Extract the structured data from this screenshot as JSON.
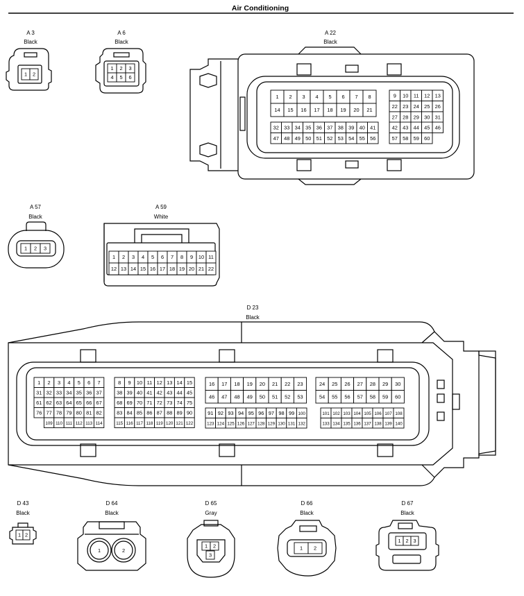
{
  "title": "Air Conditioning",
  "connectors": {
    "a3": {
      "id": "A 3",
      "color": "Black"
    },
    "a6": {
      "id": "A 6",
      "color": "Black"
    },
    "a22": {
      "id": "A 22",
      "color": "Black"
    },
    "a57": {
      "id": "A 57",
      "color": "Black"
    },
    "a59": {
      "id": "A 59",
      "color": "White"
    },
    "d23": {
      "id": "D 23",
      "color": "Black"
    },
    "d43": {
      "id": "D 43",
      "color": "Black"
    },
    "d64": {
      "id": "D 64",
      "color": "Black"
    },
    "d65": {
      "id": "D 65",
      "color": "Gray"
    },
    "d66": {
      "id": "D 66",
      "color": "Black"
    },
    "d67": {
      "id": "D 67",
      "color": "Black"
    }
  },
  "pins": {
    "a3": [
      "1",
      "2"
    ],
    "a6": [
      [
        "1",
        "2",
        "3"
      ],
      [
        "4",
        "5",
        "6"
      ]
    ],
    "a57": [
      "1",
      "2",
      "3"
    ],
    "a59": [
      [
        "1",
        "2",
        "3",
        "4",
        "5",
        "6",
        "7",
        "8",
        "9",
        "10",
        "11"
      ],
      [
        "12",
        "13",
        "14",
        "15",
        "16",
        "17",
        "18",
        "19",
        "20",
        "21",
        "22"
      ]
    ],
    "a22": {
      "left_top": [
        [
          "1",
          "2",
          "3",
          "4",
          "5",
          "6",
          "7",
          "8"
        ],
        [
          "14",
          "15",
          "16",
          "17",
          "18",
          "19",
          "20",
          "21"
        ]
      ],
      "left_bot": [
        [
          "32",
          "33",
          "34",
          "35",
          "36",
          "37",
          "38",
          "39",
          "40",
          "41"
        ],
        [
          "47",
          "48",
          "49",
          "50",
          "51",
          "52",
          "53",
          "54",
          "55",
          "56"
        ]
      ],
      "right_top": [
        [
          "9",
          "10",
          "11",
          "12",
          "13"
        ],
        [
          "22",
          "23",
          "24",
          "25",
          "26"
        ],
        [
          "27",
          "28",
          "29",
          "30",
          "31"
        ]
      ],
      "right_bot": [
        [
          "42",
          "43",
          "44",
          "45",
          "46"
        ],
        [
          "57",
          "58",
          "59",
          "60"
        ]
      ]
    },
    "d23": {
      "b1": [
        [
          "1",
          "2",
          "3",
          "4",
          "5",
          "6",
          "7"
        ],
        [
          "31",
          "32",
          "33",
          "34",
          "35",
          "36",
          "37"
        ],
        [
          "61",
          "62",
          "63",
          "64",
          "65",
          "66",
          "67"
        ],
        [
          "76",
          "77",
          "78",
          "79",
          "80",
          "81",
          "82"
        ],
        [
          "109",
          "110",
          "111",
          "112",
          "113",
          "114"
        ]
      ],
      "b2": [
        [
          "8",
          "9",
          "10",
          "11",
          "12",
          "13",
          "14",
          "15"
        ],
        [
          "38",
          "39",
          "40",
          "41",
          "42",
          "43",
          "44",
          "45"
        ],
        [
          "68",
          "69",
          "70",
          "71",
          "72",
          "73",
          "74",
          "75"
        ],
        [
          "83",
          "84",
          "85",
          "86",
          "87",
          "88",
          "89",
          "90"
        ],
        [
          "115",
          "116",
          "117",
          "118",
          "119",
          "120",
          "121",
          "122"
        ]
      ],
      "b3": [
        [
          "16",
          "17",
          "18",
          "19",
          "20",
          "21",
          "22",
          "23"
        ],
        [
          "46",
          "47",
          "48",
          "49",
          "50",
          "51",
          "52",
          "53"
        ],
        [
          "91",
          "92",
          "93",
          "94",
          "95",
          "96",
          "97",
          "98",
          "99",
          "100"
        ],
        [
          "123",
          "124",
          "125",
          "126",
          "127",
          "128",
          "129",
          "130",
          "131",
          "132"
        ]
      ],
      "b4": [
        [
          "24",
          "25",
          "26",
          "27",
          "28",
          "29",
          "30"
        ],
        [
          "54",
          "55",
          "56",
          "57",
          "58",
          "59",
          "60"
        ],
        [
          "101",
          "102",
          "103",
          "104",
          "105",
          "106",
          "107",
          "108"
        ],
        [
          "133",
          "134",
          "135",
          "136",
          "137",
          "138",
          "139",
          "140"
        ]
      ]
    },
    "d43": [
      "1",
      "2"
    ],
    "d64": [
      "1",
      "2"
    ],
    "d65": [
      "1",
      "2",
      "3"
    ],
    "d66": [
      "1",
      "2"
    ],
    "d67": [
      "1",
      "2",
      "3"
    ]
  }
}
